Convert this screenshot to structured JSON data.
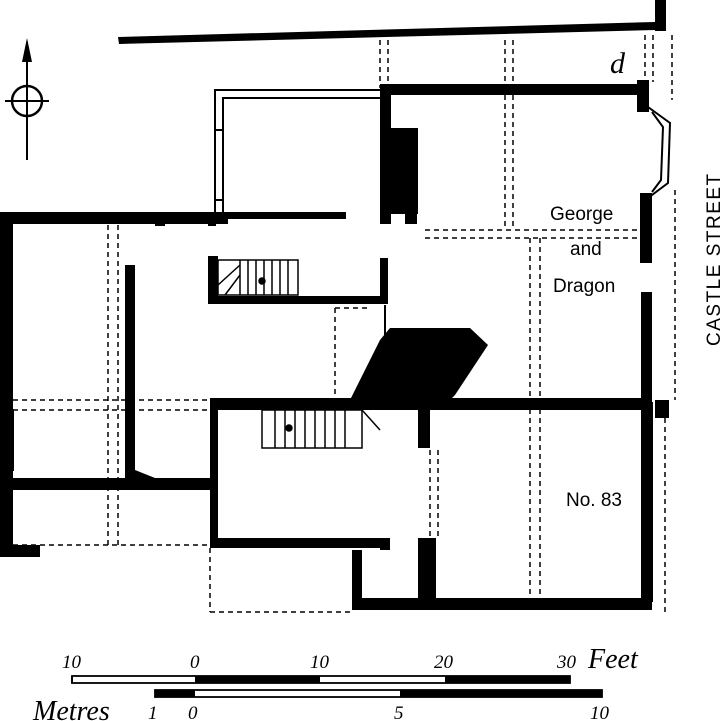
{
  "labels": {
    "corner": "d",
    "george": "George",
    "and": "and",
    "dragon": "Dragon",
    "no83": "No. 83",
    "street": "CASTLE STREET"
  },
  "scale": {
    "feet_unit": "Feet",
    "feet_ticks": [
      "10",
      "0",
      "10",
      "20",
      "30"
    ],
    "metres_unit": "Metres",
    "metres_ticks": [
      "1",
      "0",
      "5",
      "10"
    ]
  }
}
